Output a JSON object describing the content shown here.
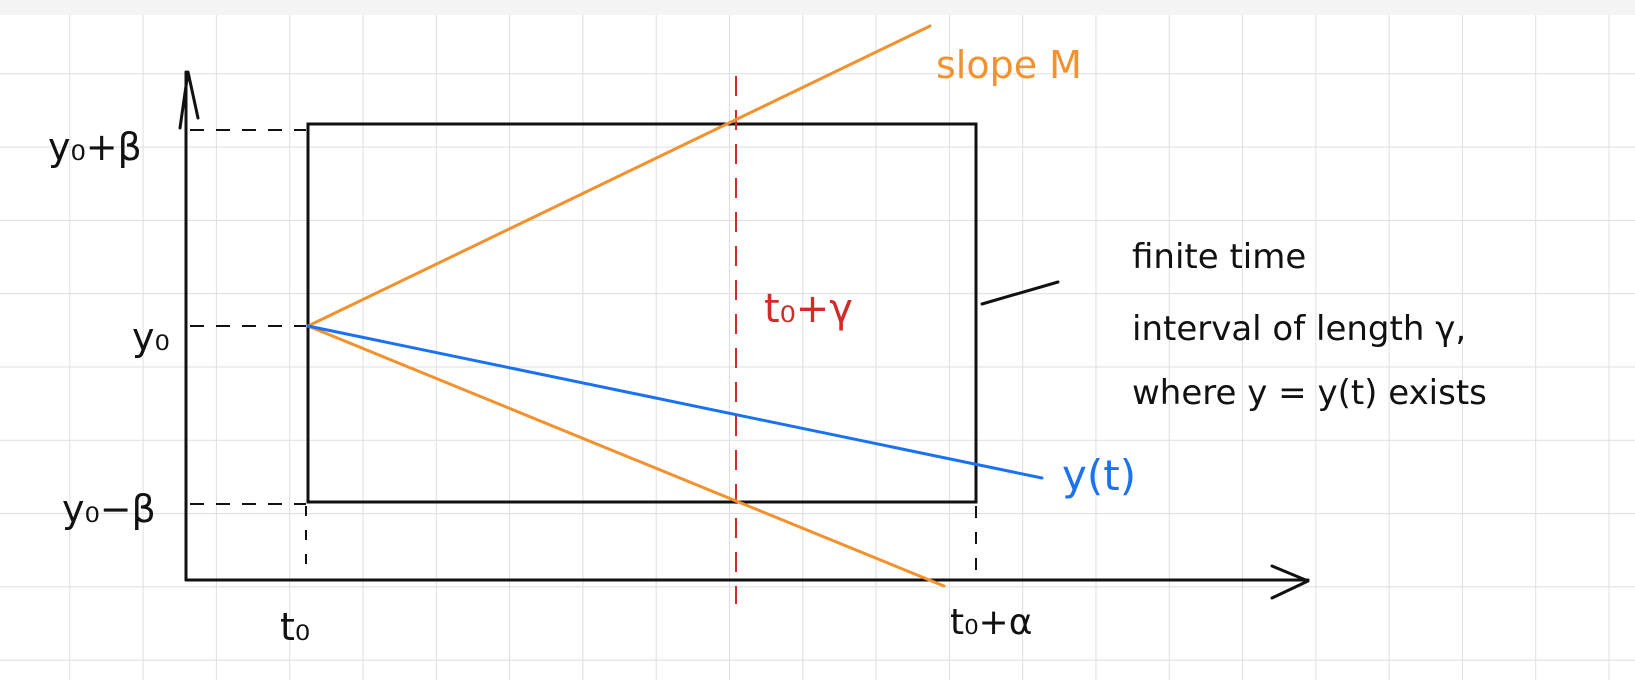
{
  "colors": {
    "ink": "#111111",
    "bound_lines": "#f2922e",
    "solution": "#1b72f0",
    "interval_marker": "#d42a2a",
    "grid": "#dedede"
  },
  "labels": {
    "y_upper": "y₀+β",
    "y_mid": "y₀",
    "y_lower": "y₀−β",
    "t_start": "t₀",
    "t_end": "t₀+α",
    "slope": "slope M",
    "interval_end": "t₀+γ",
    "solution": "y(t)",
    "note_line1": "finite time",
    "note_line2": "interval of length γ,",
    "note_line3": "where y = y(t) exists"
  }
}
